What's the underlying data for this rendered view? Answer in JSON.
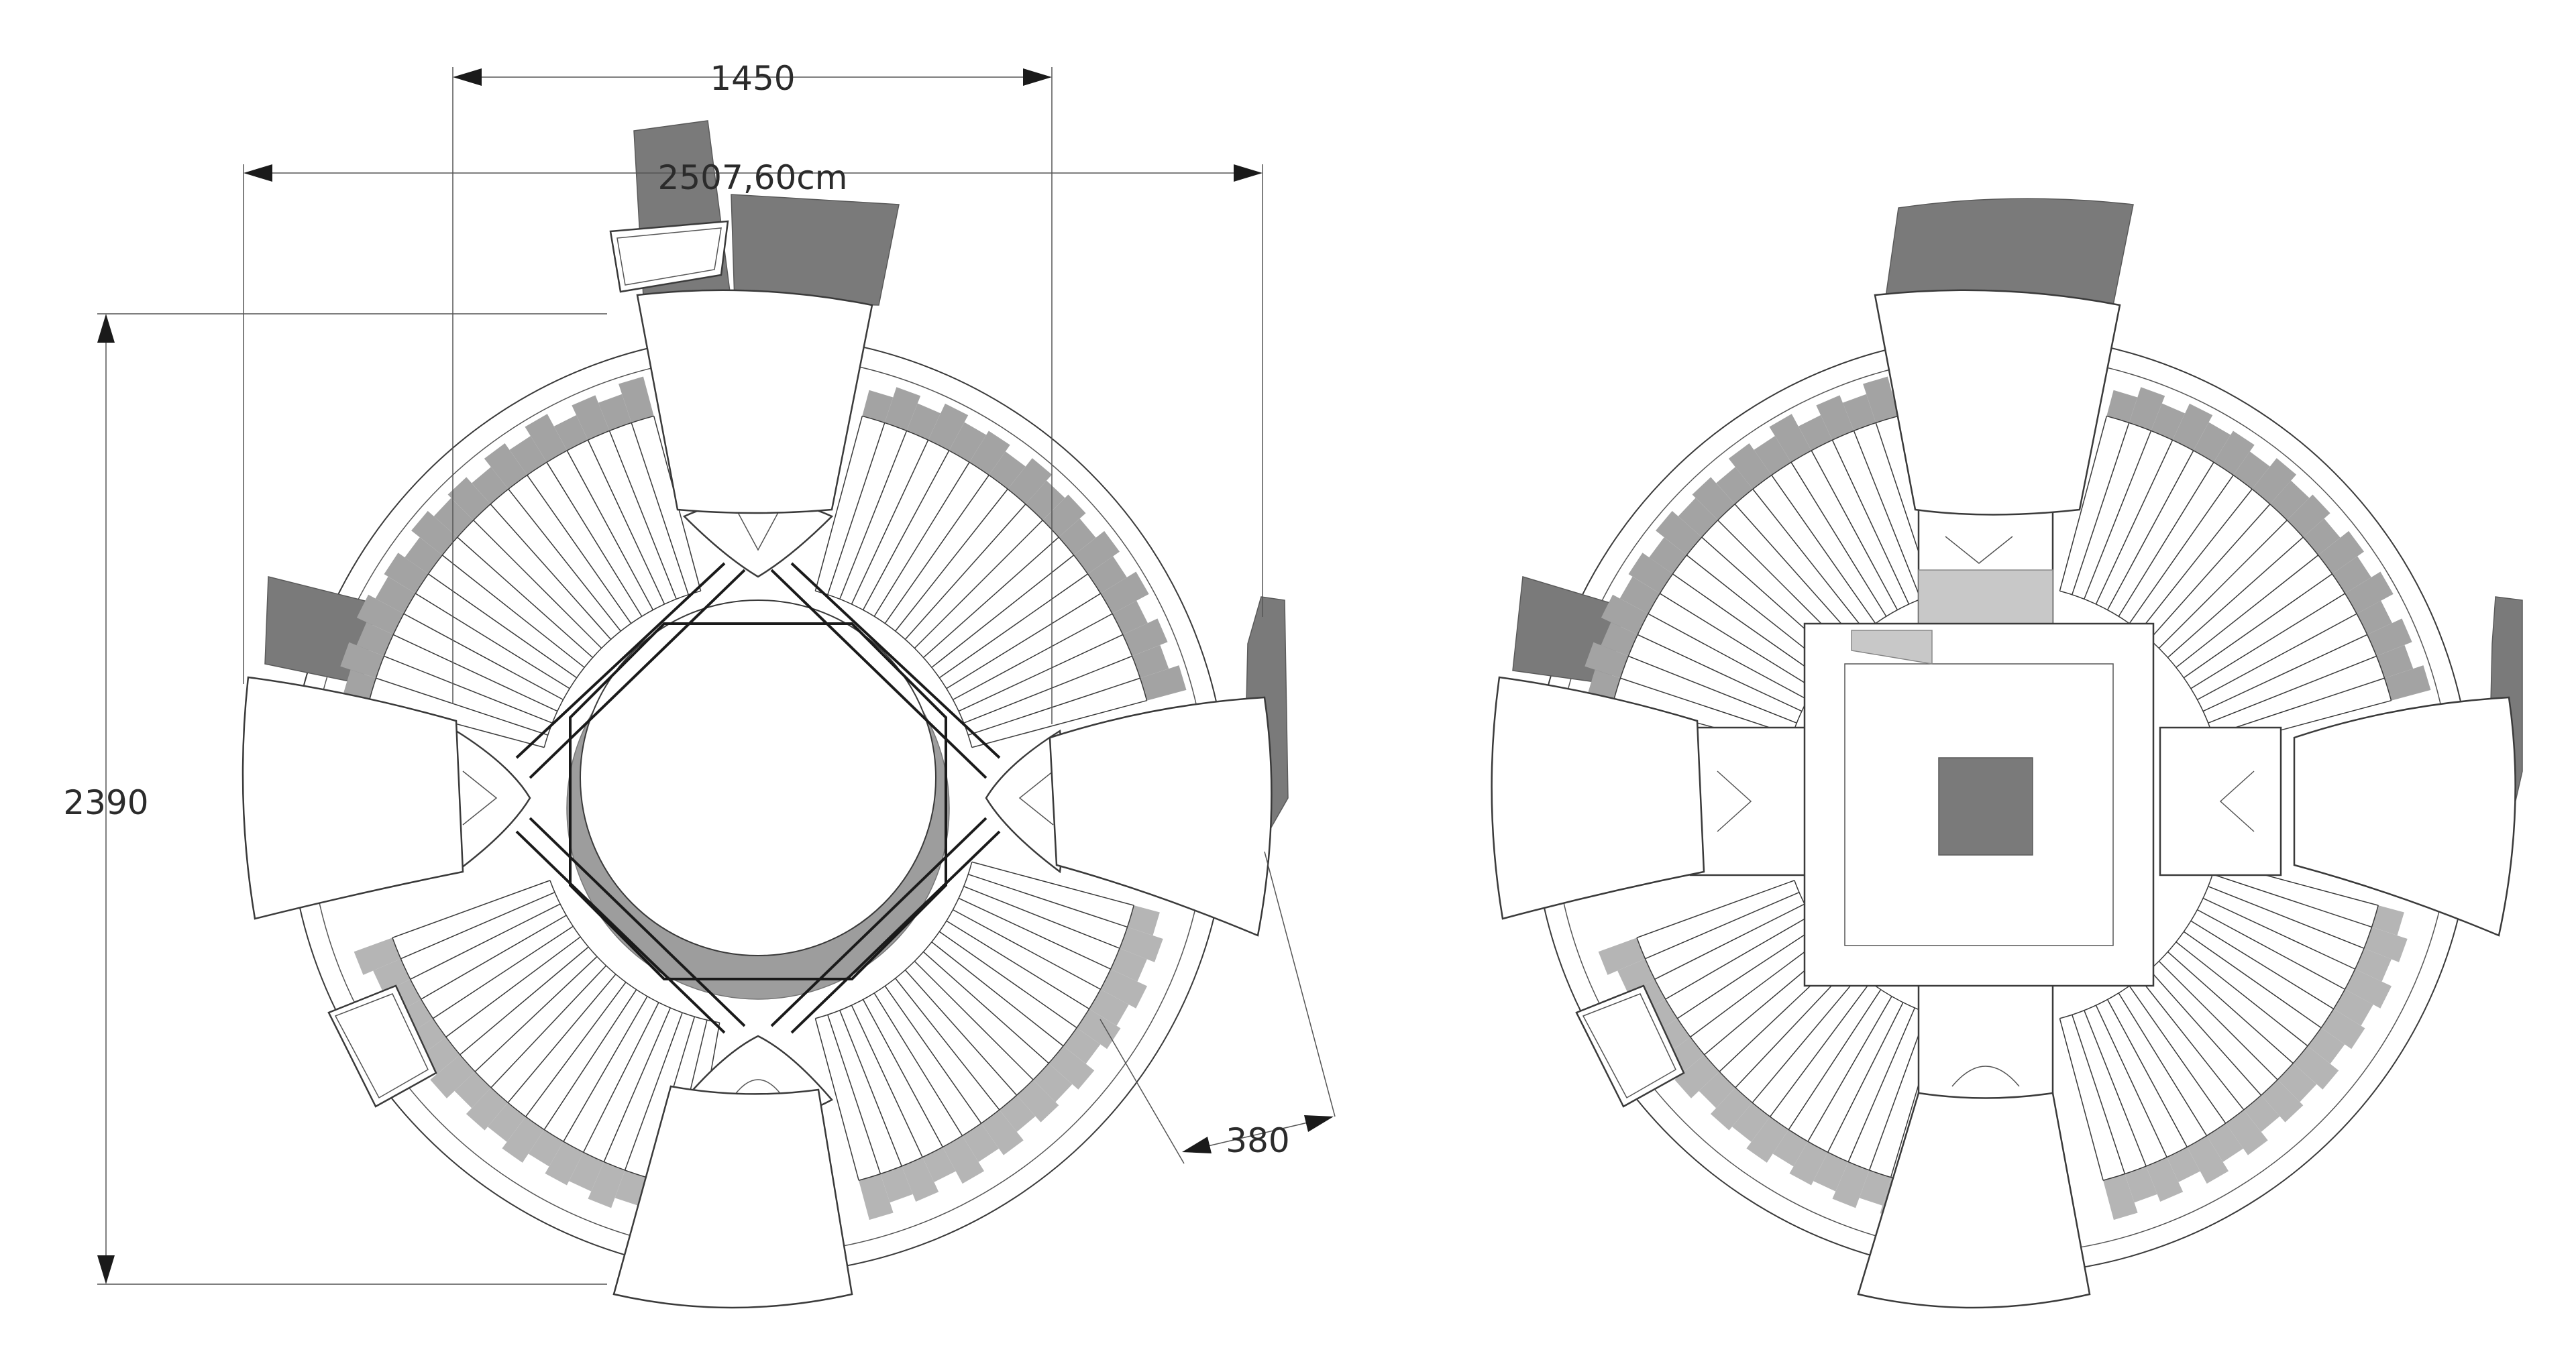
{
  "drawing": {
    "dimensions": {
      "top_width": "1450",
      "overall_width": "2507,60cm",
      "height": "2390",
      "wing_depth": "380"
    }
  }
}
